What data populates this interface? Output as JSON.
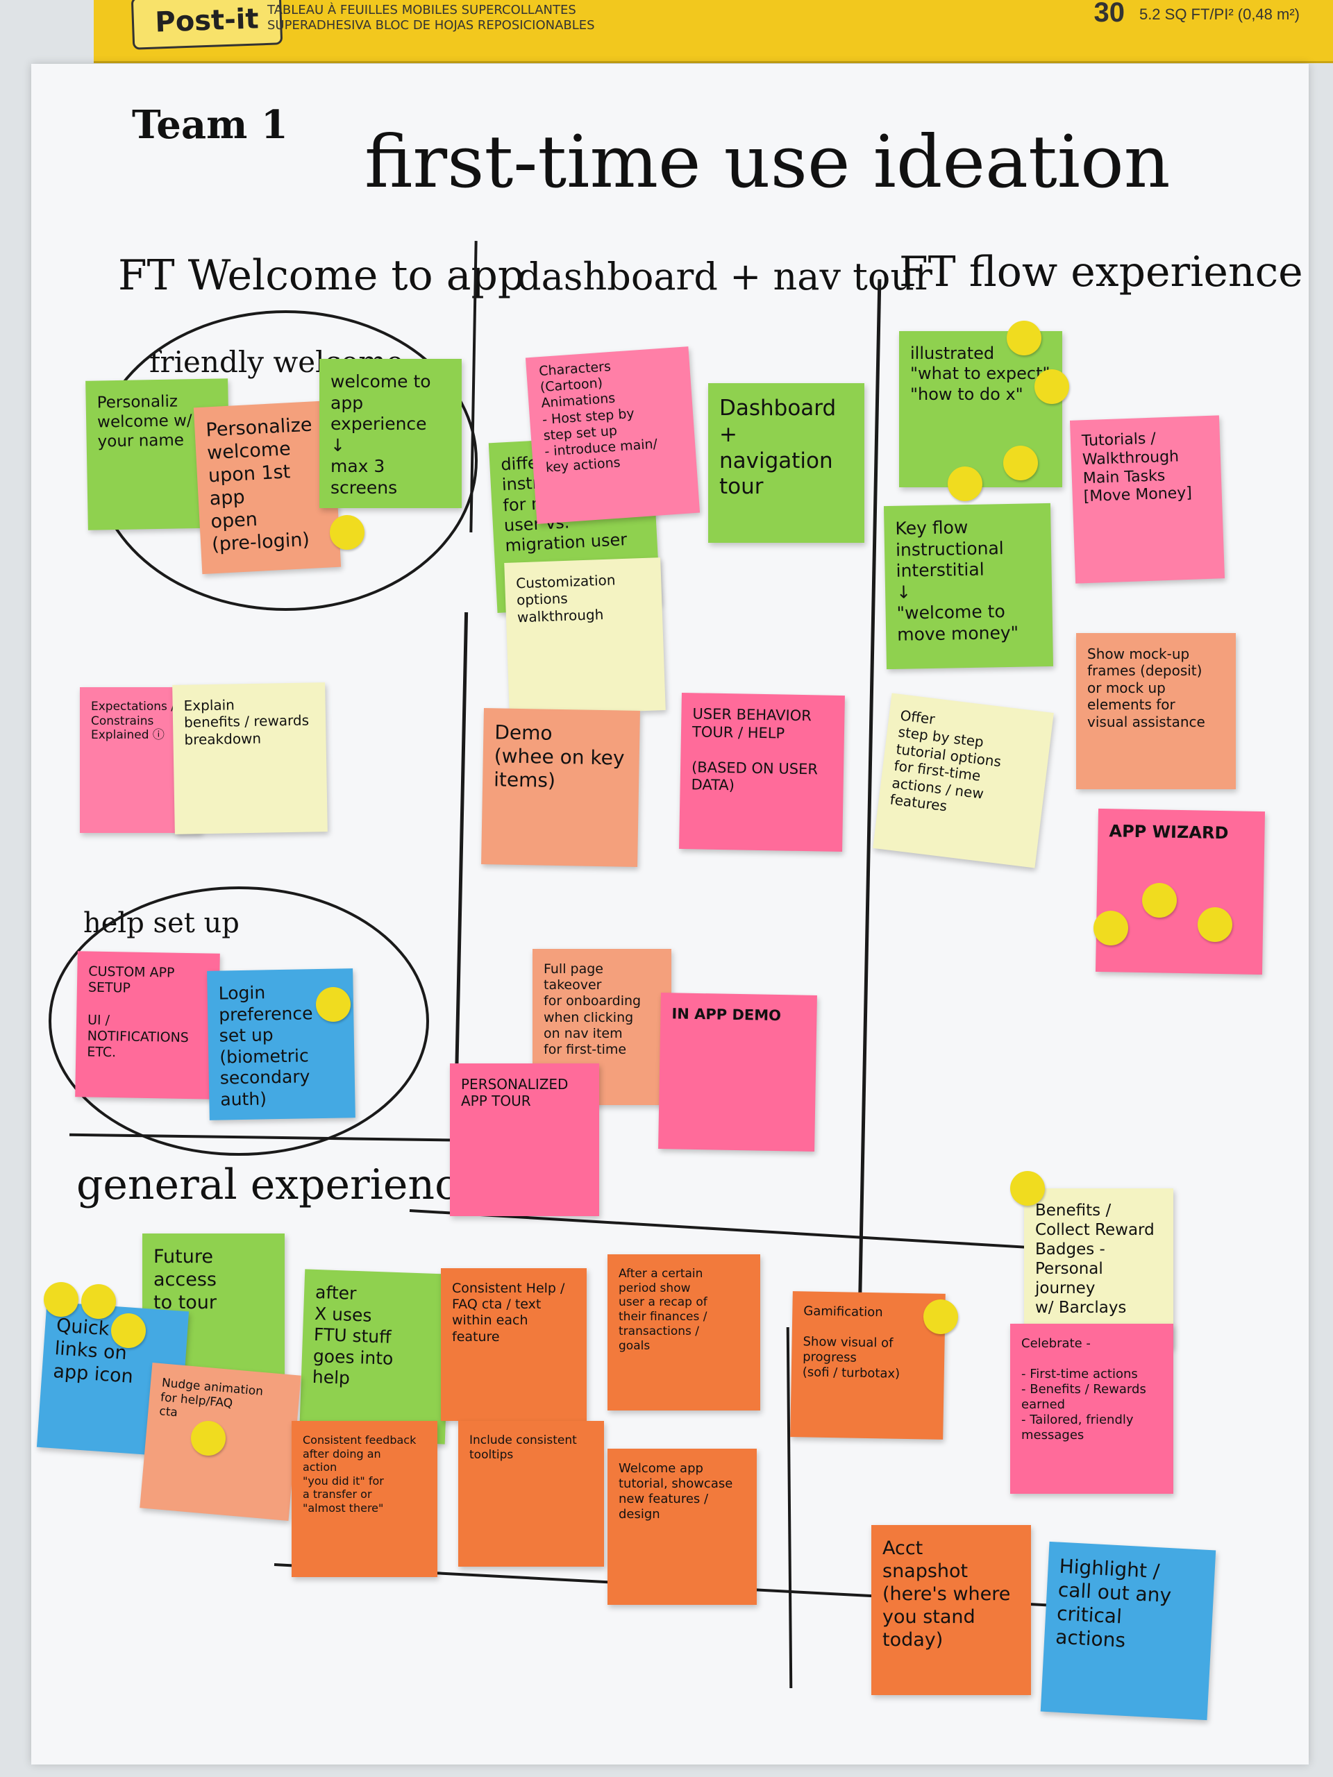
{
  "banner": {
    "brand": "Post-it",
    "fine_print_1": "TABLEAU À FEUILLES MOBILES SUPERCOLLANTES",
    "fine_print_2": "SUPERADHESIVA BLOC DE HOJAS REPOSICIONABLES",
    "size": "5.2 SQ FT/PI² (0,48 m²)",
    "count": "30"
  },
  "board": {
    "team": "Team 1",
    "title": "first-time use ideation",
    "col1": "FT Welcome to app",
    "col2": "dashboard + nav tour",
    "col3": "FT flow experience",
    "group_friendly": "friendly welcome",
    "group_help": "help set up",
    "section_general": "general experience"
  },
  "notes": [
    {
      "text": "Personaliz\nwelcome w/\nyour name"
    },
    {
      "text": "Personalize\nwelcome\nupon 1st app\nopen\n(pre-login)"
    },
    {
      "text": "welcome to\napp experience\n↓\nmax 3 screens"
    },
    {
      "text": "different\ninstructions\nfor net new\nuser vs.\nmigration user"
    },
    {
      "text": "Characters\n(Cartoon)\nAnimations\n- Host step by\nstep set up\n- introduce main/\nkey actions"
    },
    {
      "text": "Dashboard\n+ navigation\ntour"
    },
    {
      "text": "Customization\noptions walkthrough"
    },
    {
      "text": "illustrated\n\"what to expect\"\n\"how to do x\""
    },
    {
      "text": "Tutorials /\nWalkthrough\nMain Tasks\n[Move Money]"
    },
    {
      "text": "Key flow\ninstructional\ninterstitial\n↓\n\"welcome to\nmove money\""
    },
    {
      "text": "Expectations /\nConstrains\nExplained ⓘ"
    },
    {
      "text": "Explain\nbenefits / rewards\nbreakdown"
    },
    {
      "text": "Demo\n(whee on key\nitems)"
    },
    {
      "text": "USER BEHAVIOR\nTOUR / HELP\n\n(BASED ON USER\nDATA)"
    },
    {
      "text": "Show mock-up\nframes (deposit)\nor mock up\nelements for\nvisual assistance"
    },
    {
      "text": "Offer\nstep by step\ntutorial options\nfor first-time\nactions / new\nfeatures"
    },
    {
      "text": "APP WIZARD"
    },
    {
      "text": "CUSTOM APP\nSETUP\n\nUI / NOTIFICATIONS\nETC."
    },
    {
      "text": "Login\npreference\nset up\n(biometric\nsecondary auth)"
    },
    {
      "text": "Full page takeover\nfor onboarding\nwhen clicking\non nav item\nfor first-time"
    },
    {
      "text": "IN APP DEMO"
    },
    {
      "text": "PERSONALIZED\nAPP TOUR"
    },
    {
      "text": "Benefits /\nCollect Reward\nBadges -\nPersonal journey\nw/ Barclays"
    },
    {
      "text": "Future\naccess\nto tour"
    },
    {
      "text": "after\nX uses\nFTU stuff\ngoes into\nhelp"
    },
    {
      "text": "Quick\nlinks on\napp icon"
    },
    {
      "text": "Nudge animation\nfor help/FAQ\ncta"
    },
    {
      "text": "Consistent Help /\nFAQ cta / text\nwithin each\nfeature"
    },
    {
      "text": "After a certain\nperiod show\nuser a recap of\ntheir finances /\ntransactions /\ngoals"
    },
    {
      "text": "Gamification\n\nShow visual of\nprogress\n(sofi / turbotax)"
    },
    {
      "text": "Celebrate -\n\n- First-time actions\n- Benefits / Rewards earned\n- Tailored, friendly messages"
    },
    {
      "text": "Consistent feedback\nafter doing an\naction\n\"you did it\" for\na transfer or\n\"almost there\""
    },
    {
      "text": "Include consistent\ntooltips"
    },
    {
      "text": "Welcome app\ntutorial, showcase\nnew features /\ndesign"
    },
    {
      "text": "Acct\nsnapshot\n(here's where\nyou stand\ntoday)"
    },
    {
      "text": "Highlight /\ncall out any\ncritical\nactions"
    }
  ]
}
